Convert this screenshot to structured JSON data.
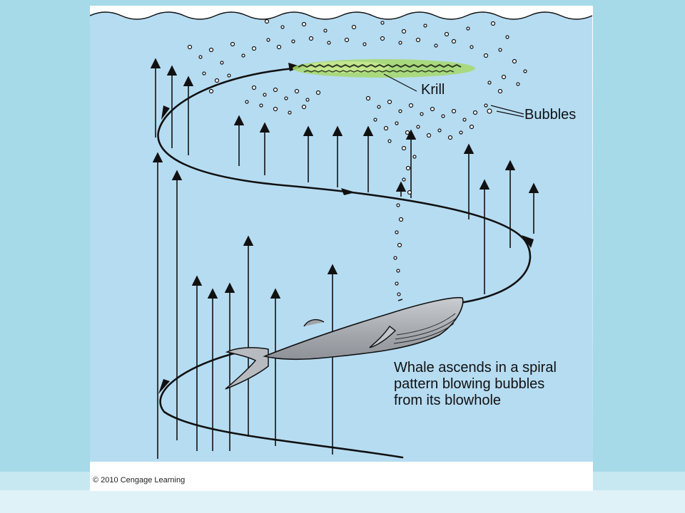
{
  "labels": {
    "krill": "Krill",
    "bubbles": "Bubbles",
    "caption_lines": [
      "Whale ascends in a spiral",
      "pattern blowing bubbles",
      "from its blowhole"
    ]
  },
  "copyright": "© 2010 Cengage Learning",
  "colors": {
    "slide_background": "#a6dae8",
    "water": "#b6dcf2",
    "krill": "#a7d86a",
    "whale": "#a9adb2",
    "line": "#111111"
  }
}
